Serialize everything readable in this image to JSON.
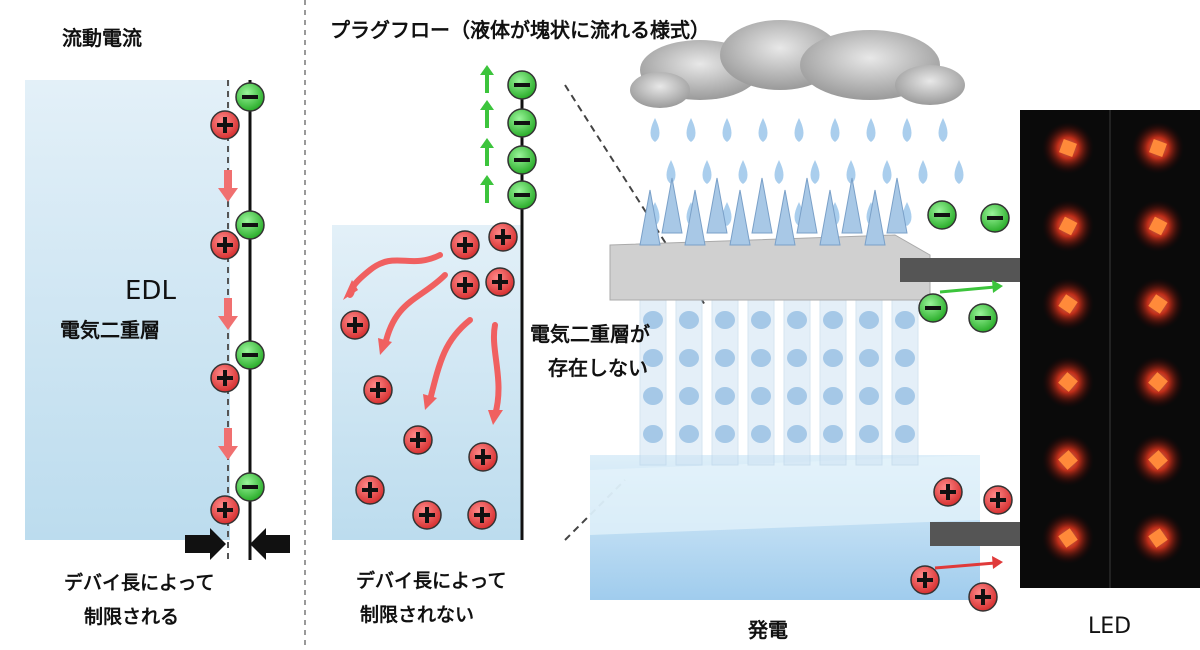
{
  "left_panel": {
    "title": "流動電流",
    "edl_label": "EDL",
    "edl_jp": "電気二重層",
    "caption_line1": "デバイ長によって",
    "caption_line2": "制限される"
  },
  "middle_panel": {
    "title": "プラグフロー（液体が塊状に流れる様式）",
    "no_edl_line1": "電気二重層が",
    "no_edl_line2": "存在しない",
    "caption_line1": "デバイ長によって",
    "caption_line2": "制限されない"
  },
  "right_panel": {
    "generation_label": "発電",
    "led_label": "LED"
  },
  "colors": {
    "positive": "#e0393c",
    "negative": "#3cc43c",
    "liquid": "#cfe6f4",
    "led_bg": "#0a0a0a",
    "led_glow": "#ff3b1f"
  }
}
